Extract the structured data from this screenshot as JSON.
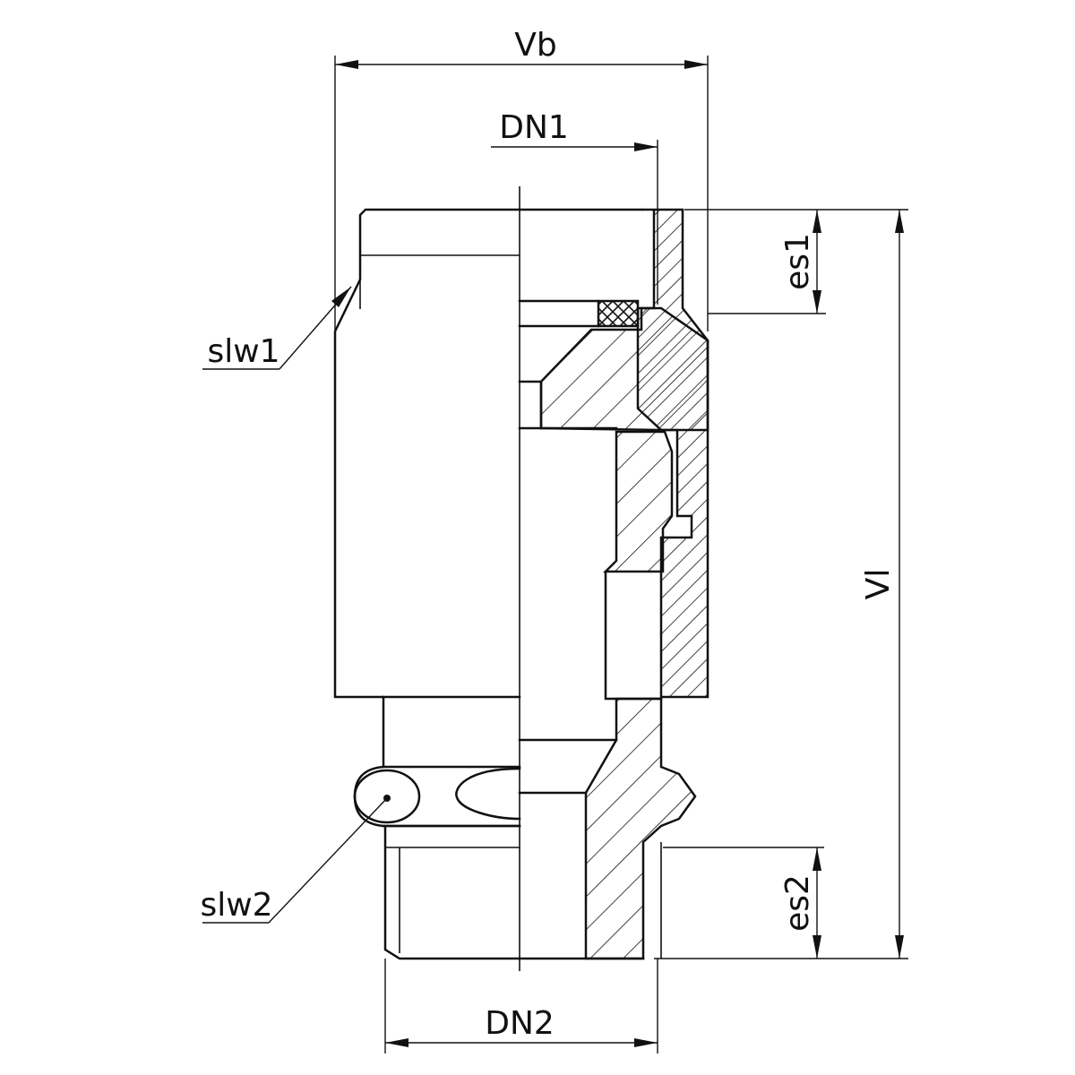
{
  "diagram": {
    "labels": {
      "vb": "Vb",
      "dn1": "DN1",
      "dn2": "DN2",
      "es1": "es1",
      "es2": "es2",
      "vl": "Vl",
      "slw1": "slw1",
      "slw2": "slw2"
    },
    "colors": {
      "line": "#111111",
      "background": "#ffffff"
    }
  }
}
